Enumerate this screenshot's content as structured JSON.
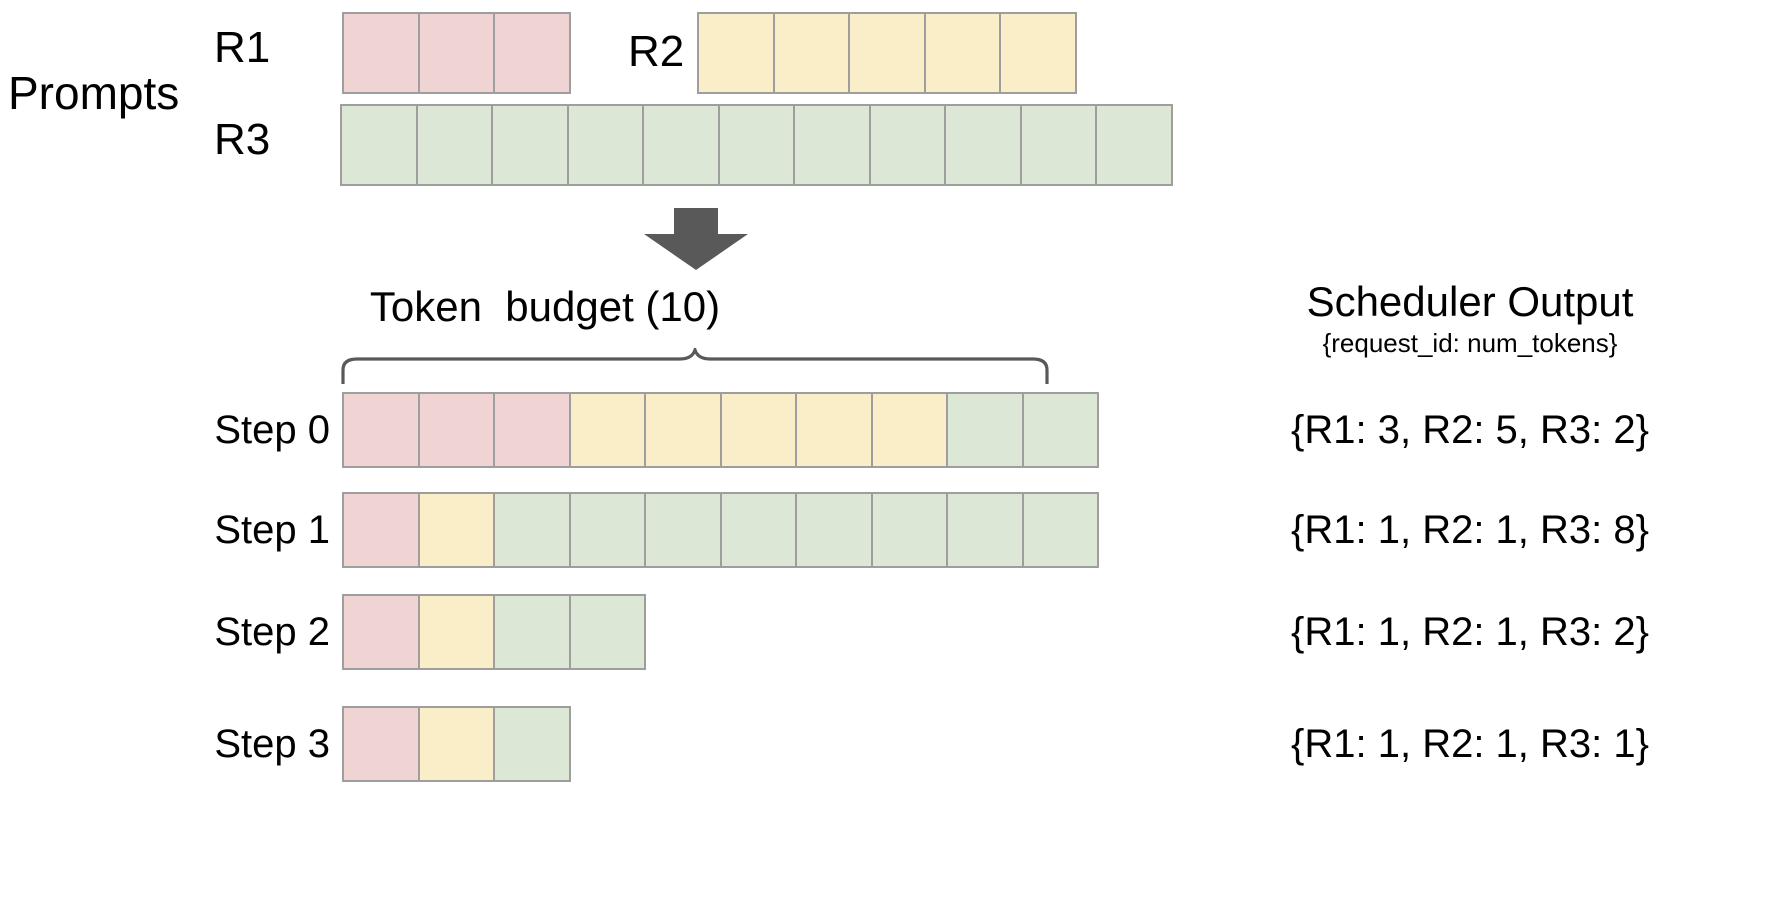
{
  "diagram": {
    "title_prompts": "Prompts",
    "arrow_icon": "down-arrow-icon",
    "brace_icon": "curly-brace-icon",
    "token_budget_label": "Token  budget (10)",
    "scheduler_output_title": "Scheduler Output",
    "scheduler_output_subtitle": "{request_id: num_tokens}"
  },
  "colors": {
    "r1": "#f0d4d4",
    "r2": "#faeec9",
    "r3": "#dce8d5",
    "cell_border": "#9e9e9e",
    "arrow": "#595959",
    "brace": "#595959",
    "text": "#000000",
    "background": "#ffffff"
  },
  "prompts": [
    {
      "id": "R1",
      "label": "R1",
      "tokens": 3,
      "color_key": "r1"
    },
    {
      "id": "R2",
      "label": "R2",
      "tokens": 5,
      "color_key": "r2"
    },
    {
      "id": "R3",
      "label": "R3",
      "tokens": 11,
      "color_key": "r3"
    }
  ],
  "token_budget": 10,
  "steps": [
    {
      "label": "Step 0",
      "segments": [
        {
          "request": "R1",
          "count": 3,
          "color_key": "r1"
        },
        {
          "request": "R2",
          "count": 5,
          "color_key": "r2"
        },
        {
          "request": "R3",
          "count": 2,
          "color_key": "r3"
        }
      ],
      "output": "{R1: 3, R2: 5, R3: 2}"
    },
    {
      "label": "Step 1",
      "segments": [
        {
          "request": "R1",
          "count": 1,
          "color_key": "r1"
        },
        {
          "request": "R2",
          "count": 1,
          "color_key": "r2"
        },
        {
          "request": "R3",
          "count": 8,
          "color_key": "r3"
        }
      ],
      "output": "{R1: 1, R2: 1, R3: 8}"
    },
    {
      "label": "Step 2",
      "segments": [
        {
          "request": "R1",
          "count": 1,
          "color_key": "r1"
        },
        {
          "request": "R2",
          "count": 1,
          "color_key": "r2"
        },
        {
          "request": "R3",
          "count": 2,
          "color_key": "r3"
        }
      ],
      "output": "{R1: 1, R2: 1, R3: 2}"
    },
    {
      "label": "Step 3",
      "segments": [
        {
          "request": "R1",
          "count": 1,
          "color_key": "r1"
        },
        {
          "request": "R2",
          "count": 1,
          "color_key": "r2"
        },
        {
          "request": "R3",
          "count": 1,
          "color_key": "r3"
        }
      ],
      "output": "{R1: 1, R2: 1, R3: 1}"
    }
  ]
}
